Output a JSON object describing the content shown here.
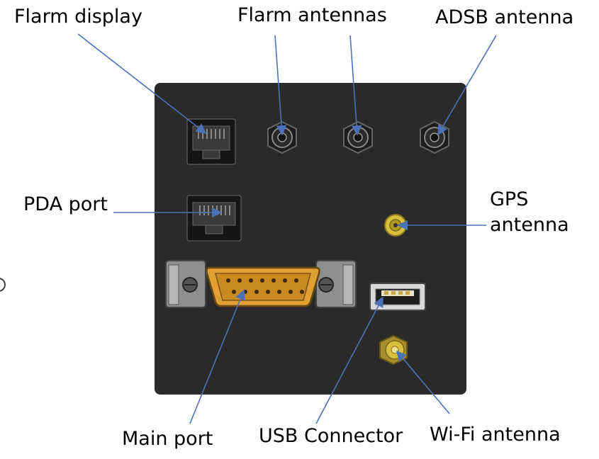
{
  "labels": {
    "flarm_display": "Flarm display",
    "flarm_antennas": "Flarm antennas",
    "adsb_antenna": "ADSB antenna",
    "pda_port": "PDA port",
    "gps_line1": "GPS",
    "gps_line2": "antenna",
    "main_port": "Main port",
    "usb_connector": "USB Connector",
    "wifi_antenna": "Wi-Fi antenna"
  },
  "colors": {
    "panel": "#2b2a2a",
    "leader": "#4a72b8",
    "gold": "#d9bf3e",
    "dsub": "#e0a034"
  }
}
